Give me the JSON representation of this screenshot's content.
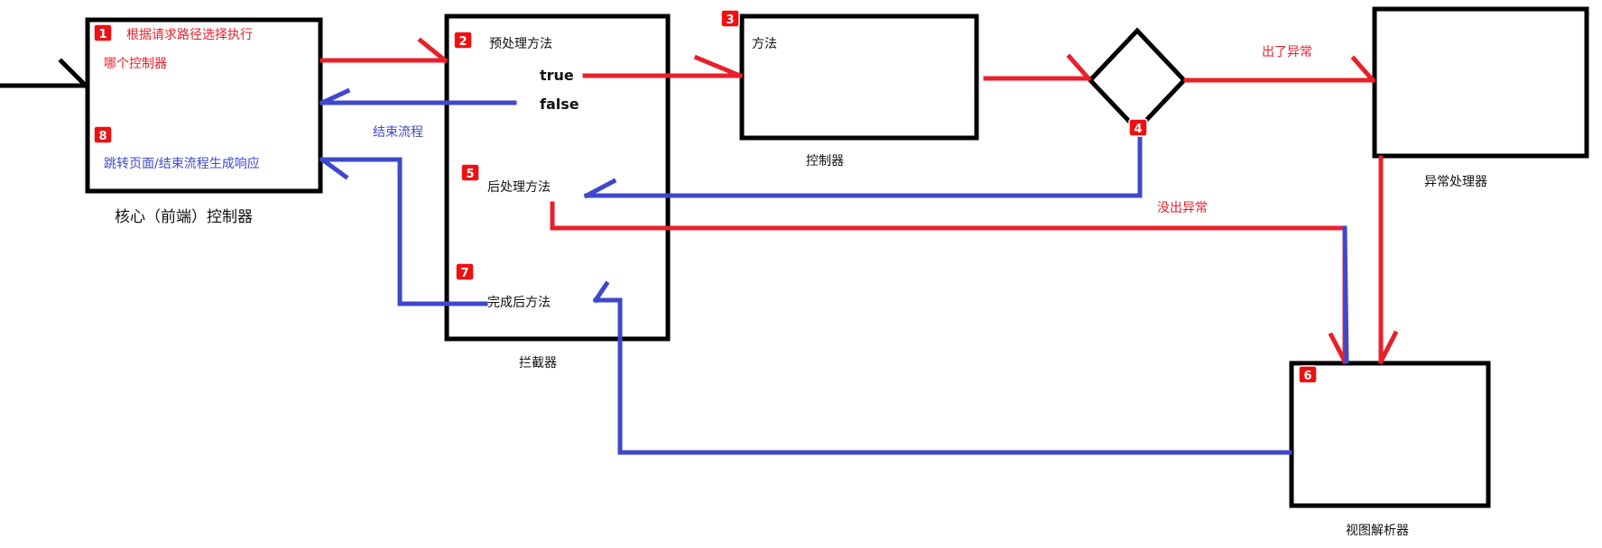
{
  "diagram": {
    "core_controller": {
      "label": "核心（前端）控制器",
      "red_text_1": "根据请求路径选择执行",
      "red_text_2": "哪个控制器",
      "blue_text": "跳转页面/结束流程生成响应"
    },
    "interceptor": {
      "label": "拦截器",
      "pre_method": "预处理方法",
      "true_label": "true",
      "false_label": "false",
      "post_method": "后处理方法",
      "after_completion": "完成后方法"
    },
    "controller": {
      "label": "控制器",
      "method": "方法"
    },
    "exception_handler": {
      "label": "异常处理器"
    },
    "view_resolver": {
      "label": "视图解析器"
    },
    "edge_labels": {
      "end_flow": "结束流程",
      "has_exception": "出了异常",
      "no_exception": "没出异常"
    },
    "steps": [
      "1",
      "2",
      "3",
      "4",
      "5",
      "6",
      "7",
      "8"
    ],
    "colors": {
      "request_flow": "#e8202a",
      "response_flow": "#3f48cc",
      "badge": "#ee1111"
    }
  }
}
